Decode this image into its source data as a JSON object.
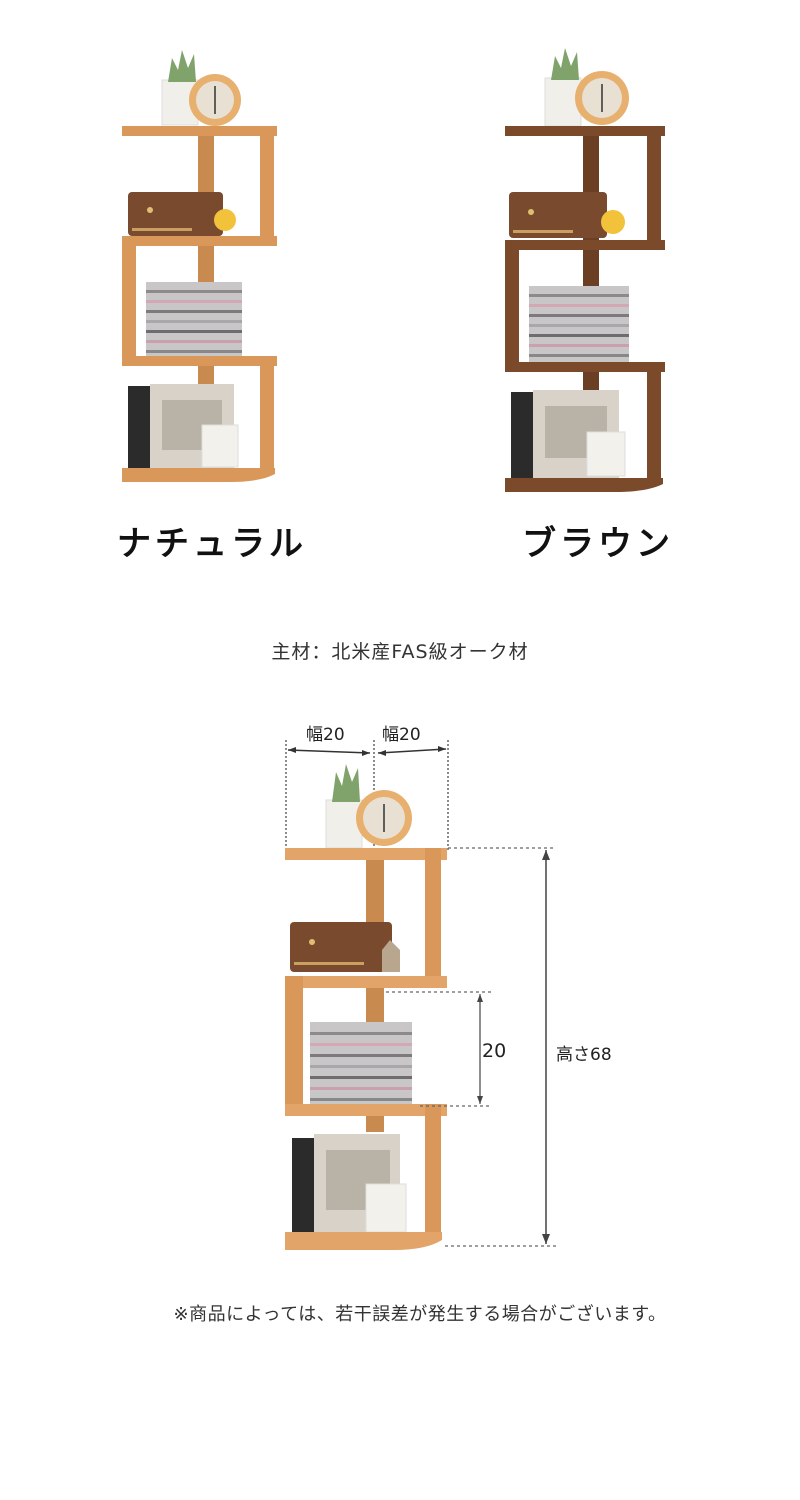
{
  "variants": [
    {
      "label": "ナチュラル",
      "color": "natural",
      "wood": "#d9975a",
      "wood_dark": "#c07f43",
      "wood_light": "#e9b27a"
    },
    {
      "label": "ブラウン",
      "color": "brown",
      "wood": "#7a4a2a",
      "wood_dark": "#5e3820",
      "wood_light": "#93603a"
    }
  ],
  "material": "主材：北米産FAS級オーク材",
  "dimensions": {
    "width_left": "幅20",
    "width_right": "幅20",
    "shelf_gap": "20",
    "height": "高さ68"
  },
  "note": "※商品によっては、若干誤差が発生する場合がございます。",
  "colors": {
    "background": "#ffffff",
    "text": "#111111",
    "dim_line": "#555555"
  }
}
